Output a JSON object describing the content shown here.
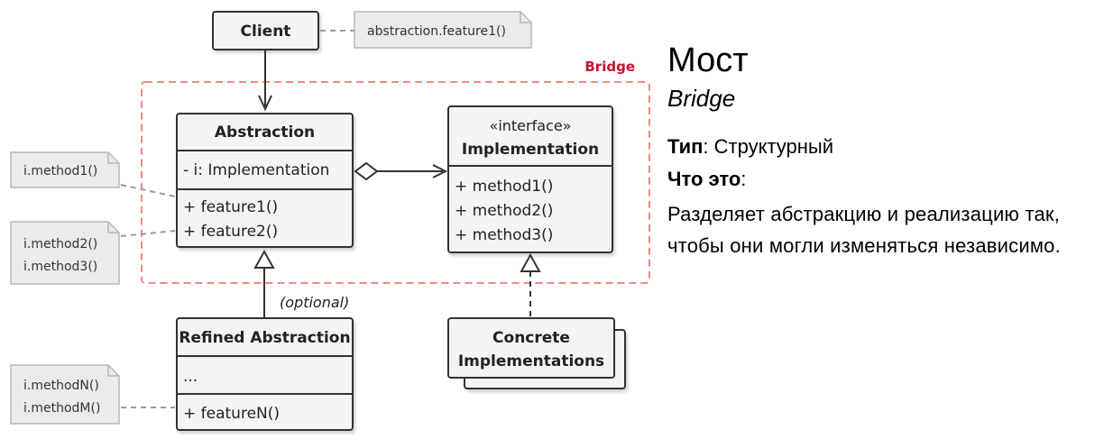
{
  "diagram": {
    "client": {
      "label": "Client"
    },
    "client_note": "abstraction.feature1()",
    "group_label": "Bridge",
    "abstraction": {
      "name": "Abstraction",
      "field": "- i: Implementation",
      "methods": [
        "+ feature1()",
        "+ feature2()"
      ]
    },
    "implementation": {
      "stereotype": "«interface»",
      "name": "Implementation",
      "methods": [
        "+ method1()",
        "+ method2()",
        "+ method3()"
      ]
    },
    "refined": {
      "name": "Refined Abstraction",
      "field": "...",
      "methods": [
        "+ featureN()"
      ]
    },
    "concrete": {
      "line1": "Concrete",
      "line2": "Implementations"
    },
    "optional_label": "(optional)",
    "notes": {
      "feature1": [
        "i.method1()"
      ],
      "feature2": [
        "i.method2()",
        "i.method3()"
      ],
      "featureN": [
        "i.methodN()",
        "i.methodM()"
      ]
    },
    "colors": {
      "box_fill": "#f4f4f4",
      "header_fill": "#f0f0f0",
      "stroke": "#333333",
      "group_border": "#f08a7f",
      "group_label": "#c8102e",
      "note_fill": "#ebebeb"
    }
  },
  "info": {
    "title_ru": "Мост",
    "title_en": "Bridge",
    "type_label": "Тип",
    "type_value": ": Структурный",
    "what_label": "Что это",
    "what_colon": ":",
    "description": "Разделяет абстракцию и реализацию так, чтобы они могли изменяться независимо."
  }
}
